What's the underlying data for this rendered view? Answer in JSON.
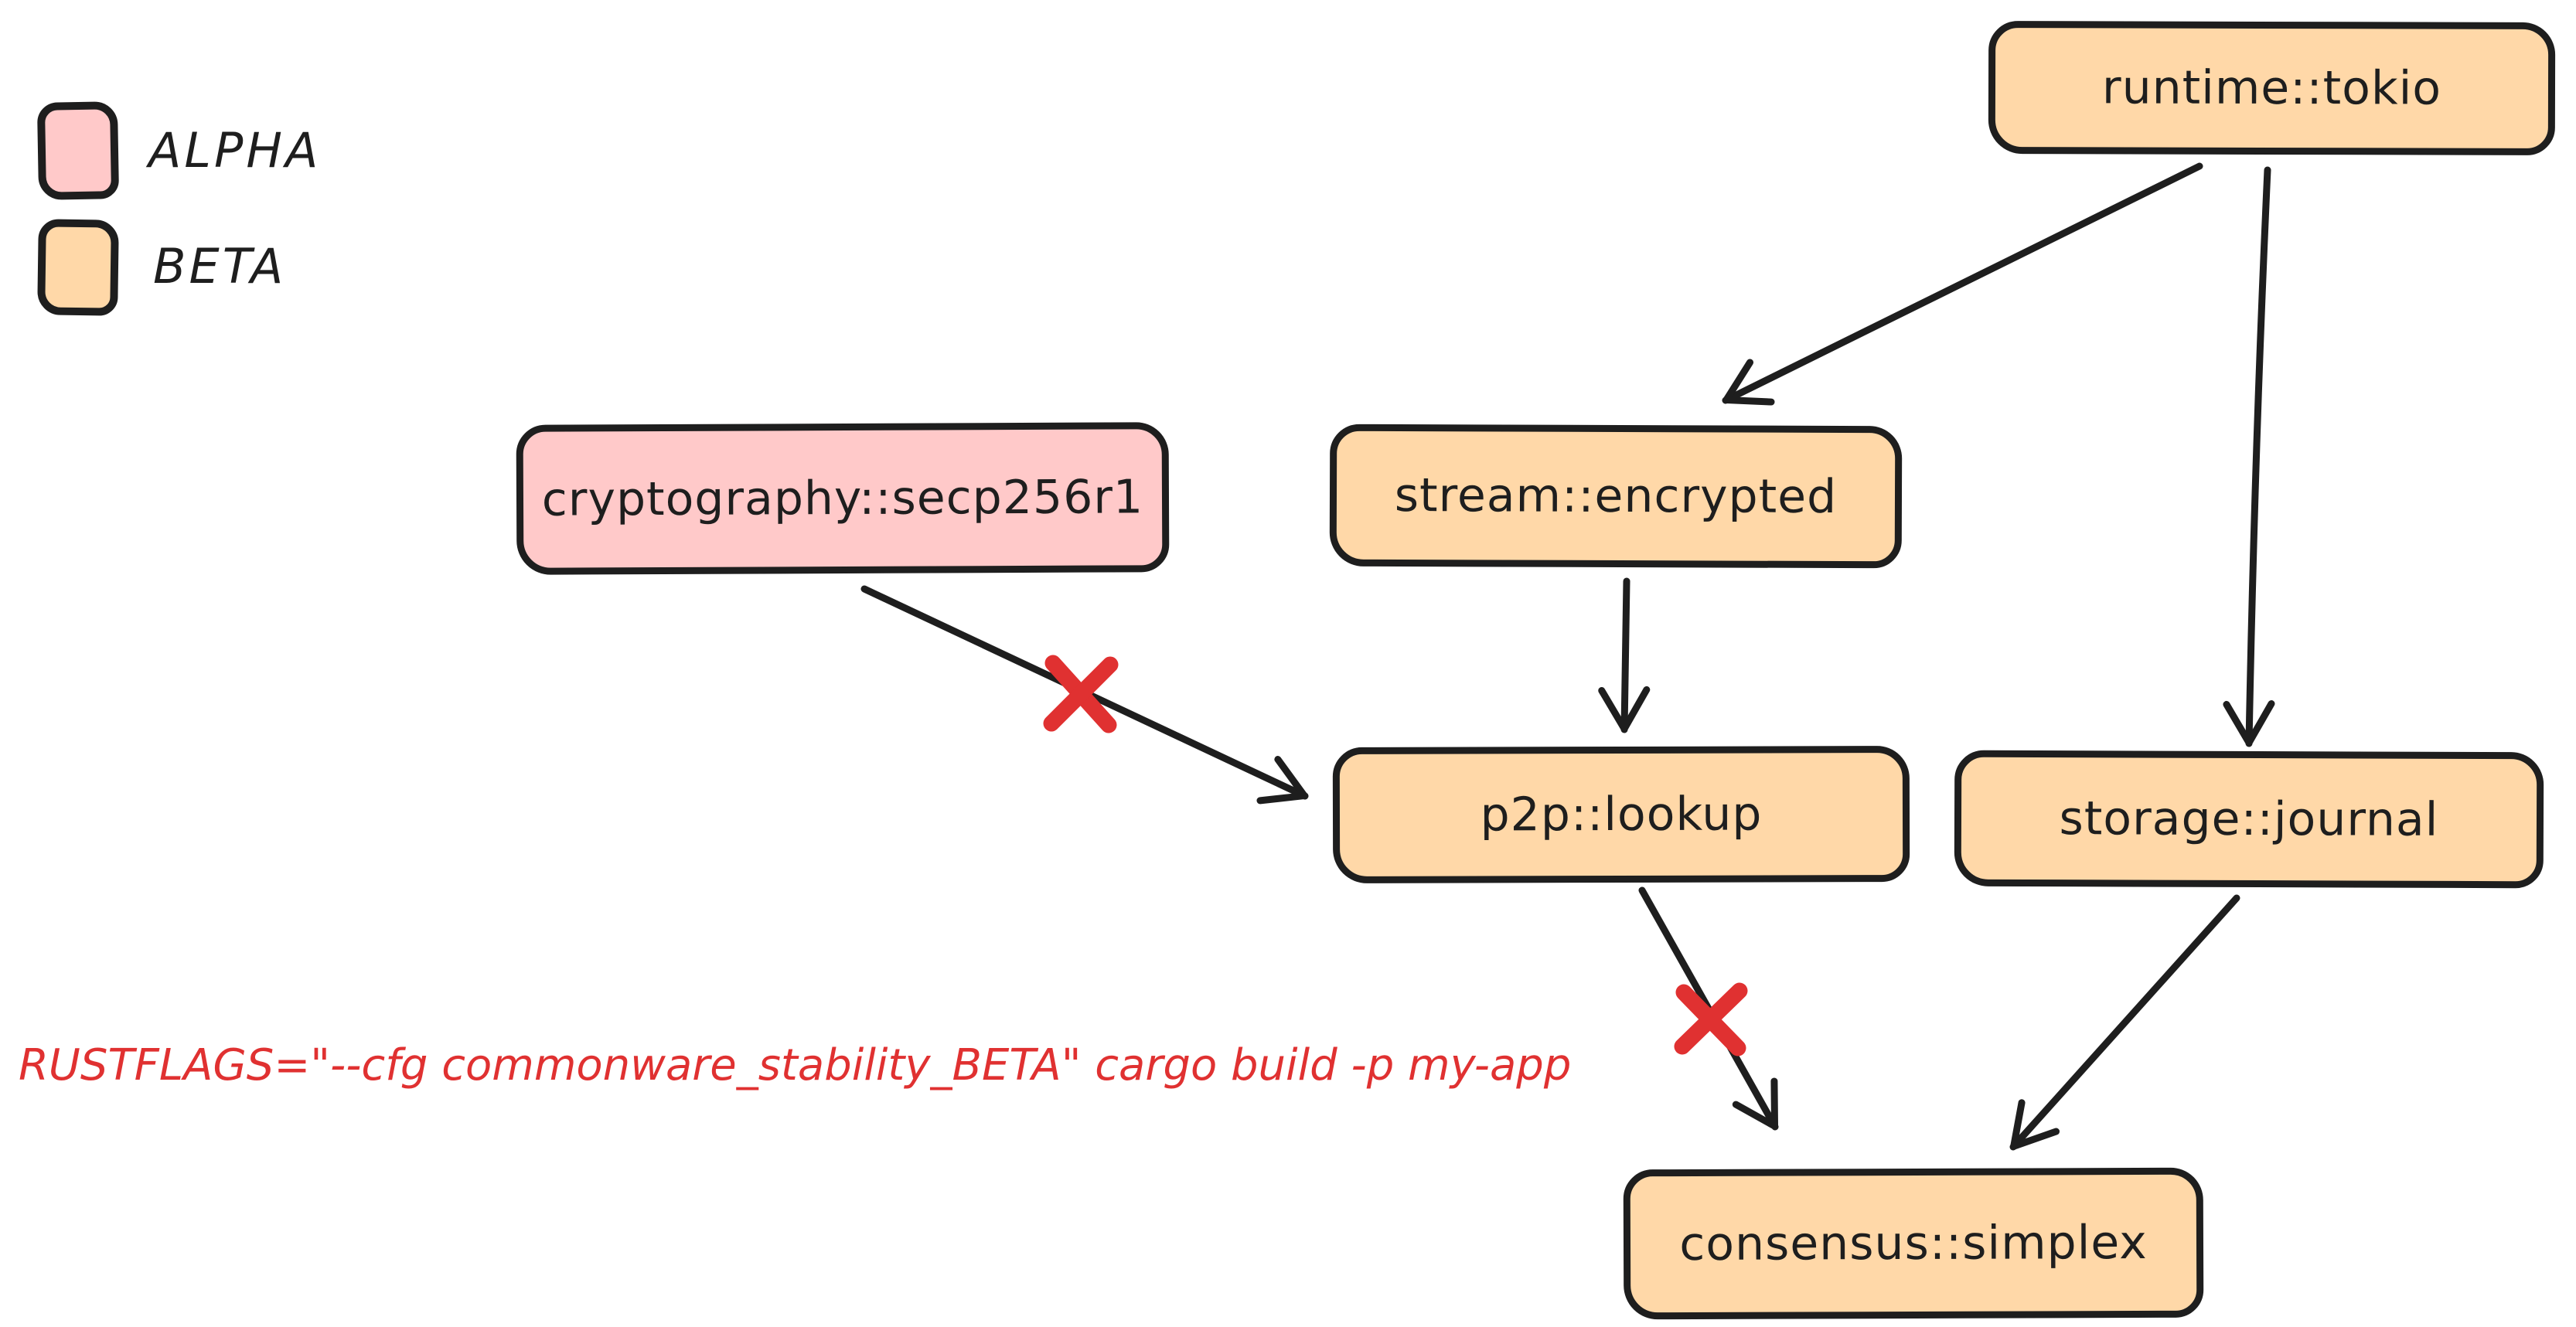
{
  "legend": {
    "items": [
      {
        "label": "ALPHA",
        "fill": "#ffc9c9"
      },
      {
        "label": "BETA",
        "fill": "#ffd8a8"
      }
    ]
  },
  "command": {
    "text": "RUSTFLAGS=\"--cfg commonware_stability_BETA\" cargo build -p my-app",
    "color": "#e03131"
  },
  "nodes": {
    "runtime": {
      "label": "runtime::tokio",
      "stability": "BETA",
      "fill": "#ffd8a8"
    },
    "cryptography": {
      "label": "cryptography::secp256r1",
      "stability": "ALPHA",
      "fill": "#ffc9c9"
    },
    "stream": {
      "label": "stream::encrypted",
      "stability": "BETA",
      "fill": "#ffd8a8"
    },
    "p2p": {
      "label": "p2p::lookup",
      "stability": "BETA",
      "fill": "#ffd8a8"
    },
    "storage": {
      "label": "storage::journal",
      "stability": "BETA",
      "fill": "#ffd8a8"
    },
    "consensus": {
      "label": "consensus::simplex",
      "stability": "BETA",
      "fill": "#ffd8a8"
    }
  },
  "edges": [
    {
      "from": "runtime::tokio",
      "to": "stream::encrypted",
      "blocked": false
    },
    {
      "from": "runtime::tokio",
      "to": "storage::journal",
      "blocked": false
    },
    {
      "from": "stream::encrypted",
      "to": "p2p::lookup",
      "blocked": false
    },
    {
      "from": "cryptography::secp256r1",
      "to": "p2p::lookup",
      "blocked": true
    },
    {
      "from": "p2p::lookup",
      "to": "consensus::simplex",
      "blocked": true
    },
    {
      "from": "storage::journal",
      "to": "consensus::simplex",
      "blocked": false
    }
  ],
  "colors": {
    "background": "#ffffff",
    "stroke": "#1e1e1e",
    "alpha_fill": "#ffc9c9",
    "beta_fill": "#ffd8a8",
    "blocked": "#e03131"
  }
}
